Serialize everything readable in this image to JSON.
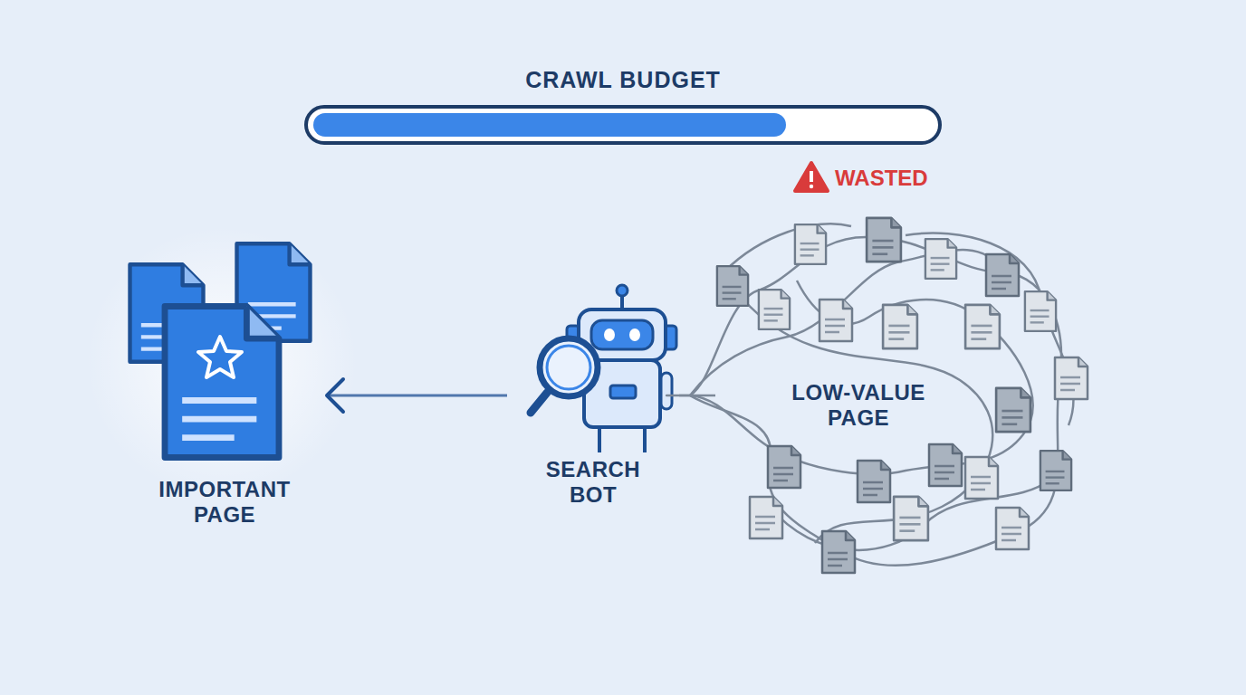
{
  "diagram": {
    "title": "CRAWL BUDGET",
    "nodes": [
      {
        "text": [
          "IMPORTANT PAGE"
        ]
      },
      {
        "text": [
          "SEARCH BOT"
        ]
      },
      {
        "text": [
          "LOW-VALUE PAGE"
        ]
      }
    ],
    "edges": [
      {
        "from": 1,
        "to": 0,
        "arrow": "to"
      },
      {
        "from": 1,
        "to": 2,
        "arrow": "none"
      }
    ],
    "labels": [
      "WASTED"
    ]
  }
}
